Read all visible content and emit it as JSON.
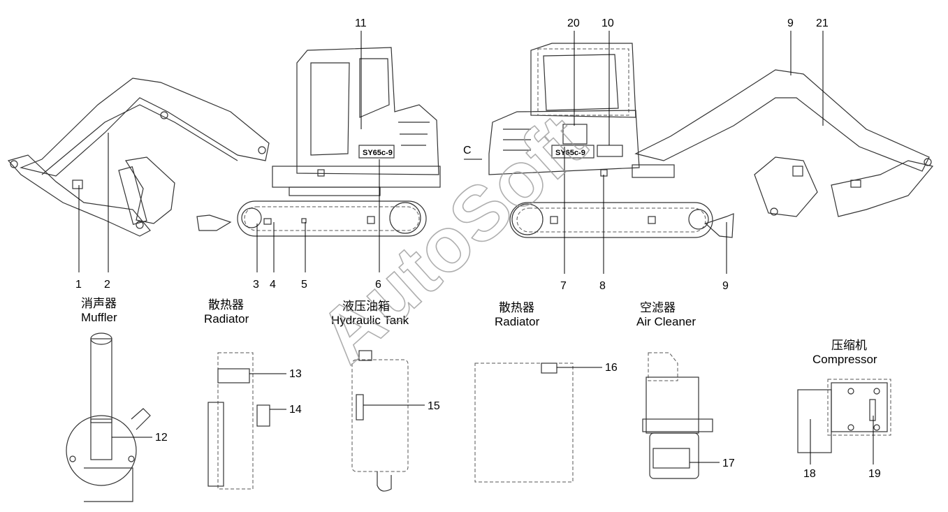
{
  "watermark": "AutoSoft",
  "callouts": {
    "n1": "1",
    "n2": "2",
    "n3": "3",
    "n4": "4",
    "n5": "5",
    "n6": "6",
    "n7": "7",
    "n8": "8",
    "n9a": "9",
    "n9b": "9",
    "n10": "10",
    "n11": "11",
    "n12": "12",
    "n13": "13",
    "n14": "14",
    "n15": "15",
    "n16": "16",
    "n17": "17",
    "n18": "18",
    "n19": "19",
    "n20": "20",
    "n21": "21",
    "c": "C"
  },
  "machine_badge": "SY65c-9",
  "components": {
    "muffler": {
      "cn": "消声器",
      "en": "Muffler"
    },
    "radiator1": {
      "cn": "散热器",
      "en": "Radiator"
    },
    "hydraulic": {
      "cn": "液压油箱",
      "en": "Hydraulic Tank"
    },
    "radiator2": {
      "cn": "散热器",
      "en": "Radiator"
    },
    "aircleaner": {
      "cn": "空滤器",
      "en": "Air Cleaner"
    },
    "compressor": {
      "cn": "压缩机",
      "en": "Compressor"
    }
  }
}
